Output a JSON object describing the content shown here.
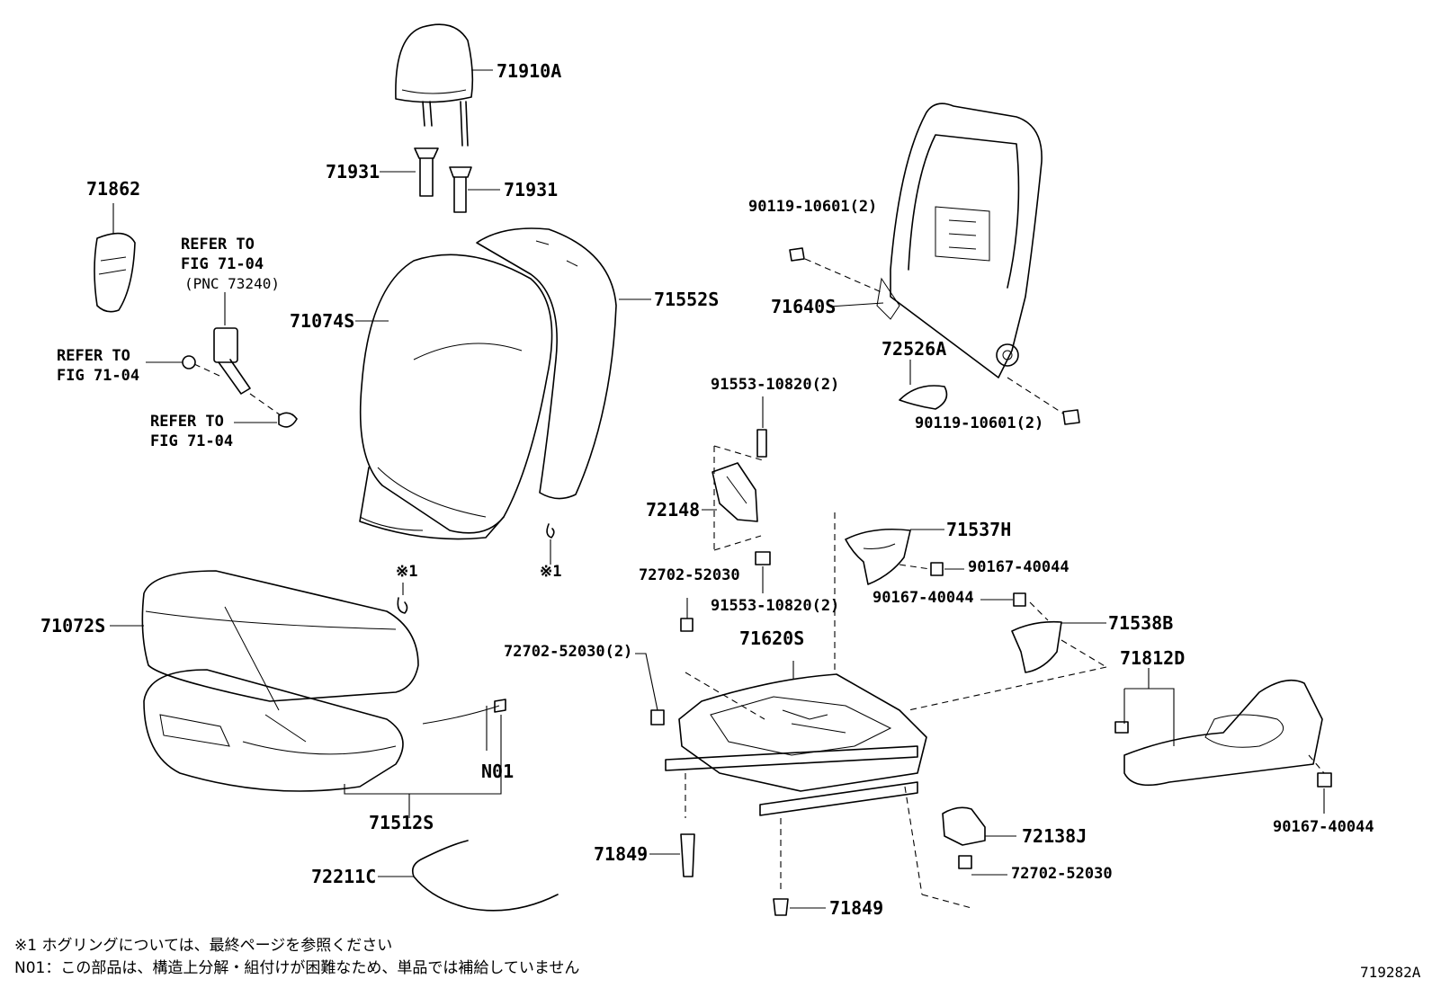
{
  "labels": {
    "p71910A": "71910A",
    "p71931a": "71931",
    "p71931b": "71931",
    "p71862": "71862",
    "refer_a": [
      "REFER TO",
      "FIG 71-04",
      "(PNC 73240)"
    ],
    "refer_b": [
      "REFER TO",
      "FIG 71-04"
    ],
    "refer_c": [
      "REFER TO",
      "FIG 71-04"
    ],
    "p71074S": "71074S",
    "p71552S": "71552S",
    "p90119a": "90119-10601(2)",
    "p71640S": "71640S",
    "p72526A": "72526A",
    "p90119b": "90119-10601(2)",
    "p91553a": "91553-10820(2)",
    "p72148": "72148",
    "p72702a": "72702-52030",
    "p91553b": "91553-10820(2)",
    "p71537H": "71537H",
    "p90167a": "90167-40044",
    "p90167b": "90167-40044",
    "p71538B": "71538B",
    "p71072S": "71072S",
    "star1a": "※1",
    "star1b": "※1",
    "p72702b": "72702-52030(2)",
    "p71620S": "71620S",
    "p71812D": "71812D",
    "pN01": "N01",
    "p71512S": "71512S",
    "p90167c": "90167-40044",
    "p72138J": "72138J",
    "p71849a": "71849",
    "p72702c": "72702-52030",
    "p72211C": "72211C",
    "p71849b": "71849"
  },
  "notes": {
    "note1": "※1  ホグリングについては、最終ページを参照ください",
    "note2": "N01：この部品は、構造上分解・組付けが困難なため、単品では補給していません"
  },
  "figure_id": "719282A"
}
